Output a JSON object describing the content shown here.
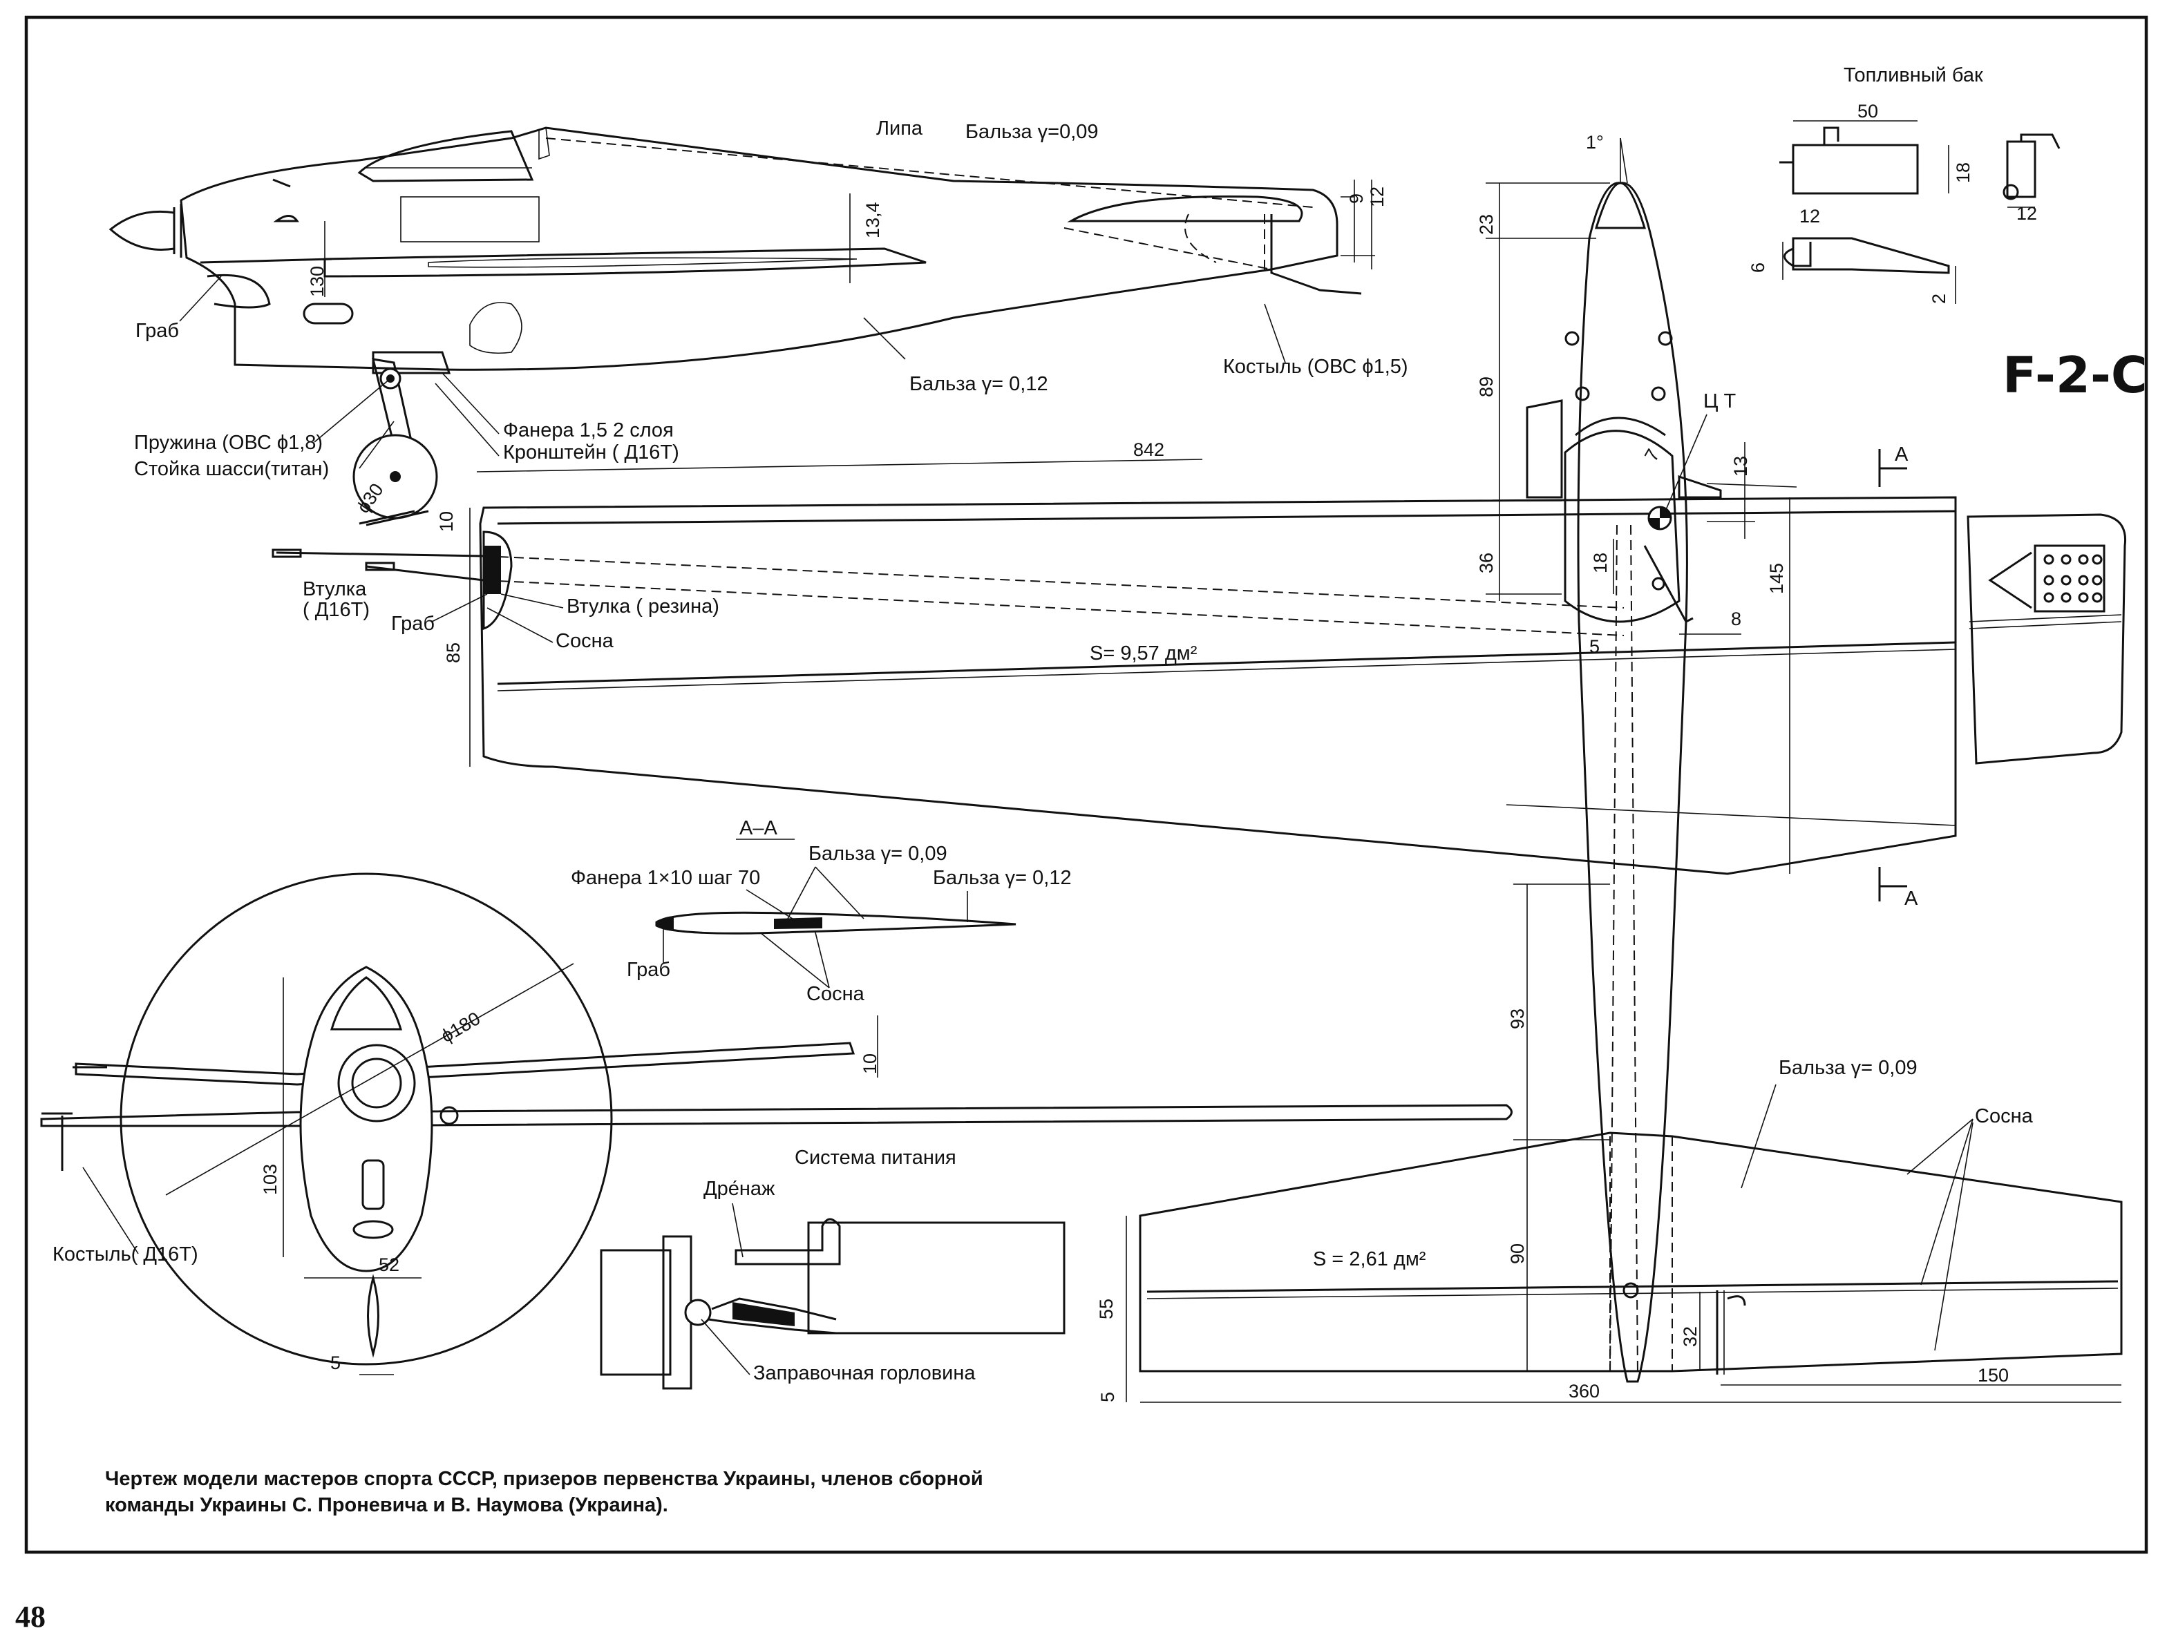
{
  "model_code": "F-2-C",
  "page_number": "48",
  "caption": {
    "line1": "Чертеж модели мастеров спорта СССР, призеров первенства Украины, членов сборной",
    "line2": "команды Украины С. Проневича и В. Наумова (Украина)."
  },
  "fuel_tank": {
    "title": "Топливный бак",
    "dims": {
      "length": "50",
      "height": "18",
      "depth": "12",
      "pipe_offset": "12",
      "d6": "6",
      "d2": "2"
    }
  },
  "side_view": {
    "labels": {
      "lipa": "Липа",
      "balsa_009": "Бальза γ=0,09",
      "balsa_012": "Бальза γ= 0,12",
      "grab": "Граб",
      "tailskid": "Костыль (ОВС ϕ1,5)",
      "spring": "Пружина (ОВС ϕ1,8)",
      "gear_leg": "Стойка шасси(титан)",
      "plywood": "Фанера  1,5  2 слоя",
      "bracket": "Кронштейн ( Д16Т)"
    },
    "dims": {
      "d134": "13,4",
      "d130": "130",
      "d9": "9",
      "d12": "12",
      "wheel": "ϕ30",
      "angle": "1°"
    }
  },
  "plan_view": {
    "labels": {
      "cg": "Ц Т",
      "wing_area": "S= 9,57 дм²",
      "bushing_d16t_1": "Втулка",
      "bushing_d16t_2": "( Д16Т)",
      "bushing_rubber": "Втулка ( резина)",
      "grab": "Граб",
      "pine": "Сосна",
      "section_mark": "А"
    },
    "dims": {
      "span": "842",
      "d10": "10",
      "d36": "36",
      "d85": "85",
      "d145": "145",
      "d18": "18",
      "d13": "13",
      "d8": "8",
      "d5": "5",
      "d23": "23",
      "d89": "89",
      "d7": "7"
    }
  },
  "section_aa": {
    "title": "А–А",
    "labels": {
      "balsa_009": "Бальза γ= 0,09",
      "plywood": "Фанера  1×10  шаг 70",
      "balsa_012": "Бальза γ= 0,12",
      "grab": "Граб",
      "pine": "Сосна"
    }
  },
  "front_view": {
    "labels": {
      "tailskid": "Костыль( Д16Т)"
    },
    "dims": {
      "diameter": "ϕ180",
      "d10": "10",
      "d103": "103",
      "d52": "52",
      "d5": "5"
    }
  },
  "fuel_system": {
    "title": "Система  питания",
    "labels": {
      "drain": "Дре́наж",
      "filler": "Заправочная горловина"
    }
  },
  "stabilizer": {
    "labels": {
      "balsa": "Бальза γ= 0,09",
      "pine": "Сосна",
      "area": "S = 2,61 дм²"
    },
    "dims": {
      "d93": "93",
      "d90": "90",
      "d55": "55",
      "d5": "5",
      "d32": "32",
      "d360": "360",
      "d150": "150"
    }
  }
}
